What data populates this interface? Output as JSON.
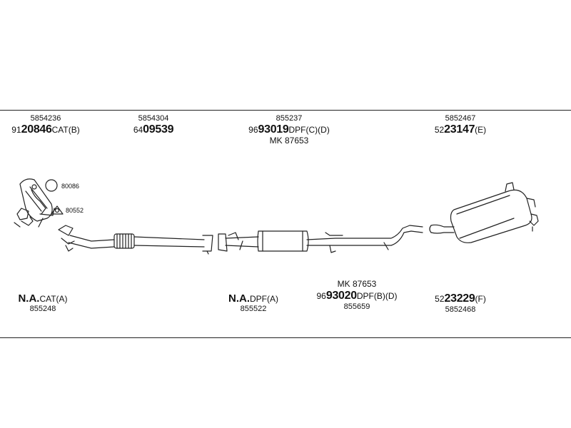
{
  "top_row": [
    {
      "ref": "5854236",
      "prefix": "91",
      "code": "20846",
      "suffix": "CAT(B)"
    },
    {
      "ref": "5854304",
      "prefix": "64",
      "code": "09539",
      "suffix": ""
    },
    {
      "ref": "855237",
      "prefix": "96",
      "code": "93019",
      "suffix": "DPF(C)(D)",
      "mk": "MK 87653"
    },
    {
      "ref": "5852467",
      "prefix": "52",
      "code": "23147",
      "suffix": "(E)"
    }
  ],
  "bottom_row": [
    {
      "na": "N.A.",
      "suffix": "CAT(A)",
      "ref": "855248"
    },
    {
      "na": "N.A.",
      "suffix": "DPF(A)",
      "ref": "855522"
    },
    {
      "mk": "MK 87653",
      "prefix": "96",
      "code": "93020",
      "suffix": "DPF(B)(D)",
      "ref": "855659"
    },
    {
      "prefix": "52",
      "code": "23229",
      "suffix": "(F)",
      "ref": "5852468"
    }
  ],
  "callouts": [
    "80086",
    "80552"
  ]
}
